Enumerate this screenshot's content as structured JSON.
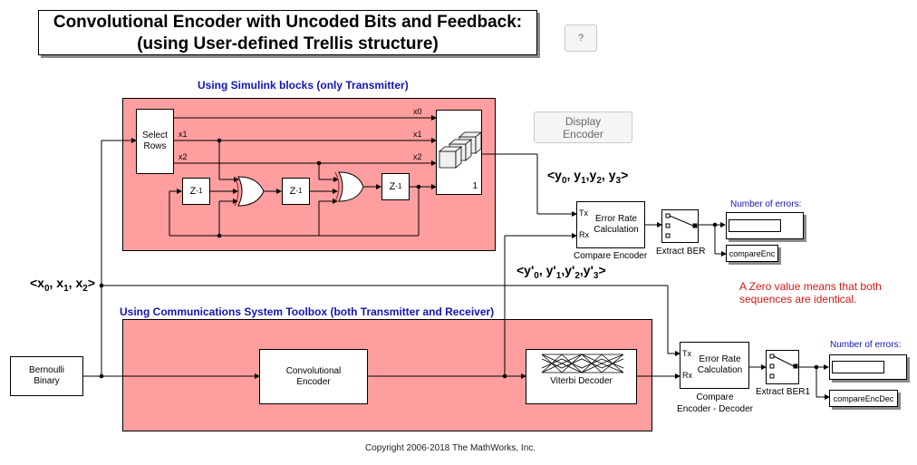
{
  "title": {
    "line1": "Convolutional Encoder with Uncoded Bits and Feedback:",
    "line2": "(using User-defined Trellis structure)"
  },
  "help_button": "?",
  "display_encoder_button": {
    "line1": "Display",
    "line2": "Encoder"
  },
  "simulink_section": {
    "title": "Using Simulink blocks (only Transmitter)",
    "select_rows": {
      "line1": "Select",
      "line2": "Rows"
    },
    "delay_label": "Z",
    "delay_exp": "-1",
    "concat_port": "1",
    "signals": [
      "x0",
      "x1",
      "x2"
    ],
    "out_signals": [
      "x0",
      "x1",
      "x2"
    ]
  },
  "comms_section": {
    "title": "Using Communications System Toolbox (both Transmitter and Receiver)",
    "conv_encoder": {
      "line1": "Convolutional",
      "line2": "Encoder"
    },
    "viterbi": "Viterbi Decoder"
  },
  "bernoulli": {
    "line1": "Bernoulli",
    "line2": "Binary"
  },
  "signal_labels": {
    "x": "<x<sub>0</sub>, x<sub>1</sub>, x<sub>2</sub>>",
    "y": "<y<sub>0</sub>, y<sub>1</sub>,y<sub>2</sub>, y<sub>3</sub>>",
    "yp": "<y'<sub>0</sub>, y'<sub>1</sub>,y'<sub>2</sub>,y'<sub>3</sub>>"
  },
  "error_rate_top": {
    "line1": "Error Rate",
    "line2": "Calculation",
    "tx": "Tx",
    "rx": "Rx",
    "caption": "Compare Encoder"
  },
  "error_rate_bottom": {
    "line1": "Error Rate",
    "line2": "Calculation",
    "tx": "Tx",
    "rx": "Rx",
    "caption1": "Compare",
    "caption2": "Encoder - Decoder"
  },
  "extract_ber_top": "Extract BER",
  "extract_ber_bottom": "Extract BER1",
  "number_of_errors_top": "Number of errors:",
  "number_of_errors_bottom": "Number of errors:",
  "workspace_top": "compareEnc",
  "workspace_bottom": "compareEncDec",
  "note": {
    "line1": "A Zero value means that both",
    "line2": "sequences are identical."
  },
  "copyright": "Copyright 2006-2018 The MathWorks, Inc."
}
